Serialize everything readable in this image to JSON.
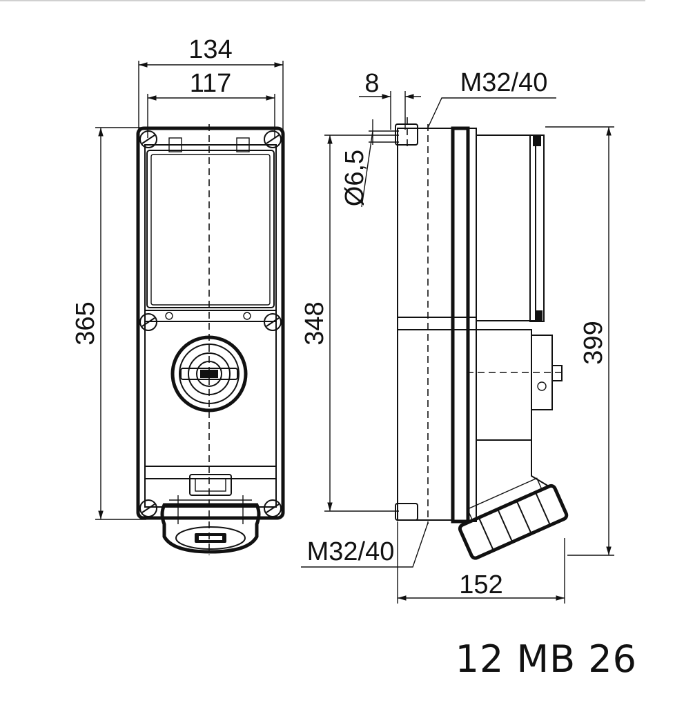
{
  "drawing": {
    "product_code": "12 MB 26",
    "front_view": {
      "width_outer": "134",
      "width_inner": "117",
      "height_outer": "365",
      "height_inner": "348"
    },
    "side_view": {
      "depth": "152",
      "total_height": "399",
      "hole_diameter": "Ø6,5",
      "offset": "8",
      "cable_entry_top": "M32/40",
      "cable_entry_bottom": "M32/40"
    }
  }
}
